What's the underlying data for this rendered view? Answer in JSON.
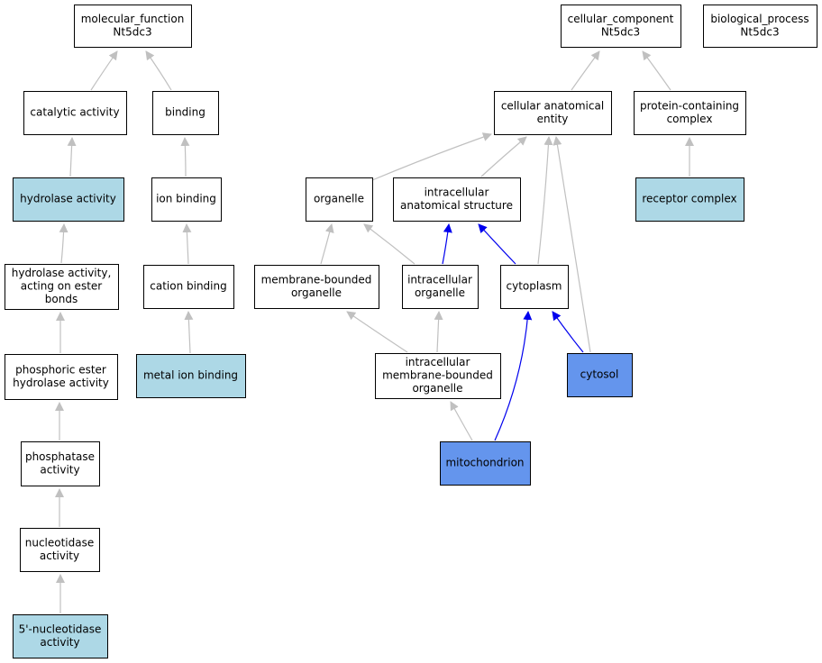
{
  "colors": {
    "plain": "#ffffff",
    "annotated": "#add8e6",
    "highlighted": "#6495ed",
    "edge_default": "#c0c0c0",
    "edge_highlighted": "#0000ee"
  },
  "nodes": [
    {
      "id": "mf",
      "lines": [
        "molecular_function",
        "Nt5dc3"
      ],
      "fill": "plain"
    },
    {
      "id": "cc",
      "lines": [
        "cellular_component",
        "Nt5dc3"
      ],
      "fill": "plain"
    },
    {
      "id": "bp",
      "lines": [
        "biological_process",
        "Nt5dc3"
      ],
      "fill": "plain"
    },
    {
      "id": "catalytic",
      "lines": [
        "catalytic activity"
      ],
      "fill": "plain"
    },
    {
      "id": "binding",
      "lines": [
        "binding"
      ],
      "fill": "plain"
    },
    {
      "id": "cae",
      "lines": [
        "cellular anatomical",
        "entity"
      ],
      "fill": "plain"
    },
    {
      "id": "pcc",
      "lines": [
        "protein-containing",
        "complex"
      ],
      "fill": "plain"
    },
    {
      "id": "hydrolase",
      "lines": [
        "hydrolase activity"
      ],
      "fill": "annotated"
    },
    {
      "id": "ionbinding",
      "lines": [
        "ion binding"
      ],
      "fill": "plain"
    },
    {
      "id": "organelle",
      "lines": [
        "organelle"
      ],
      "fill": "plain"
    },
    {
      "id": "ias",
      "lines": [
        "intracellular",
        "anatomical structure"
      ],
      "fill": "plain"
    },
    {
      "id": "receptor",
      "lines": [
        "receptor complex"
      ],
      "fill": "annotated"
    },
    {
      "id": "hydroester",
      "lines": [
        "hydrolase activity,",
        "acting on ester",
        "bonds"
      ],
      "fill": "plain"
    },
    {
      "id": "cation",
      "lines": [
        "cation binding"
      ],
      "fill": "plain"
    },
    {
      "id": "mbo",
      "lines": [
        "membrane-bounded",
        "organelle"
      ],
      "fill": "plain"
    },
    {
      "id": "io",
      "lines": [
        "intracellular",
        "organelle"
      ],
      "fill": "plain"
    },
    {
      "id": "cytoplasm",
      "lines": [
        "cytoplasm"
      ],
      "fill": "plain"
    },
    {
      "id": "phosphoric",
      "lines": [
        "phosphoric ester",
        "hydrolase activity"
      ],
      "fill": "plain"
    },
    {
      "id": "metal",
      "lines": [
        "metal ion binding"
      ],
      "fill": "annotated"
    },
    {
      "id": "imbo",
      "lines": [
        "intracellular",
        "membrane-bounded",
        "organelle"
      ],
      "fill": "plain"
    },
    {
      "id": "cytosol",
      "lines": [
        "cytosol"
      ],
      "fill": "highlighted"
    },
    {
      "id": "phosphatase",
      "lines": [
        "phosphatase",
        "activity"
      ],
      "fill": "plain"
    },
    {
      "id": "mito",
      "lines": [
        "mitochondrion"
      ],
      "fill": "highlighted"
    },
    {
      "id": "nucleotidase",
      "lines": [
        "nucleotidase",
        "activity"
      ],
      "fill": "plain"
    },
    {
      "id": "5nuc",
      "lines": [
        "5'-nucleotidase",
        "activity"
      ],
      "fill": "annotated"
    }
  ],
  "edges": [
    {
      "from": "catalytic",
      "to": "mf",
      "highlighted": false
    },
    {
      "from": "binding",
      "to": "mf",
      "highlighted": false
    },
    {
      "from": "hydrolase",
      "to": "catalytic",
      "highlighted": false
    },
    {
      "from": "ionbinding",
      "to": "binding",
      "highlighted": false
    },
    {
      "from": "hydroester",
      "to": "hydrolase",
      "highlighted": false
    },
    {
      "from": "cation",
      "to": "ionbinding",
      "highlighted": false
    },
    {
      "from": "phosphoric",
      "to": "hydroester",
      "highlighted": false
    },
    {
      "from": "metal",
      "to": "cation",
      "highlighted": false
    },
    {
      "from": "phosphatase",
      "to": "phosphoric",
      "highlighted": false
    },
    {
      "from": "nucleotidase",
      "to": "phosphatase",
      "highlighted": false
    },
    {
      "from": "5nuc",
      "to": "nucleotidase",
      "highlighted": false
    },
    {
      "from": "cae",
      "to": "cc",
      "highlighted": false
    },
    {
      "from": "pcc",
      "to": "cc",
      "highlighted": false
    },
    {
      "from": "receptor",
      "to": "pcc",
      "highlighted": false
    },
    {
      "from": "organelle",
      "to": "cae",
      "highlighted": false
    },
    {
      "from": "ias",
      "to": "cae",
      "highlighted": false
    },
    {
      "from": "cytoplasm",
      "to": "cae",
      "highlighted": false
    },
    {
      "from": "cytosol",
      "to": "cae",
      "highlighted": false
    },
    {
      "from": "mbo",
      "to": "organelle",
      "highlighted": false
    },
    {
      "from": "io",
      "to": "organelle",
      "highlighted": false
    },
    {
      "from": "io",
      "to": "ias",
      "highlighted": true
    },
    {
      "from": "cytoplasm",
      "to": "ias",
      "highlighted": true
    },
    {
      "from": "imbo",
      "to": "mbo",
      "highlighted": false
    },
    {
      "from": "imbo",
      "to": "io",
      "highlighted": false
    },
    {
      "from": "mito",
      "to": "imbo",
      "highlighted": false
    },
    {
      "from": "mito",
      "to": "cytoplasm",
      "highlighted": true
    },
    {
      "from": "cytosol",
      "to": "cytoplasm",
      "highlighted": true
    }
  ]
}
